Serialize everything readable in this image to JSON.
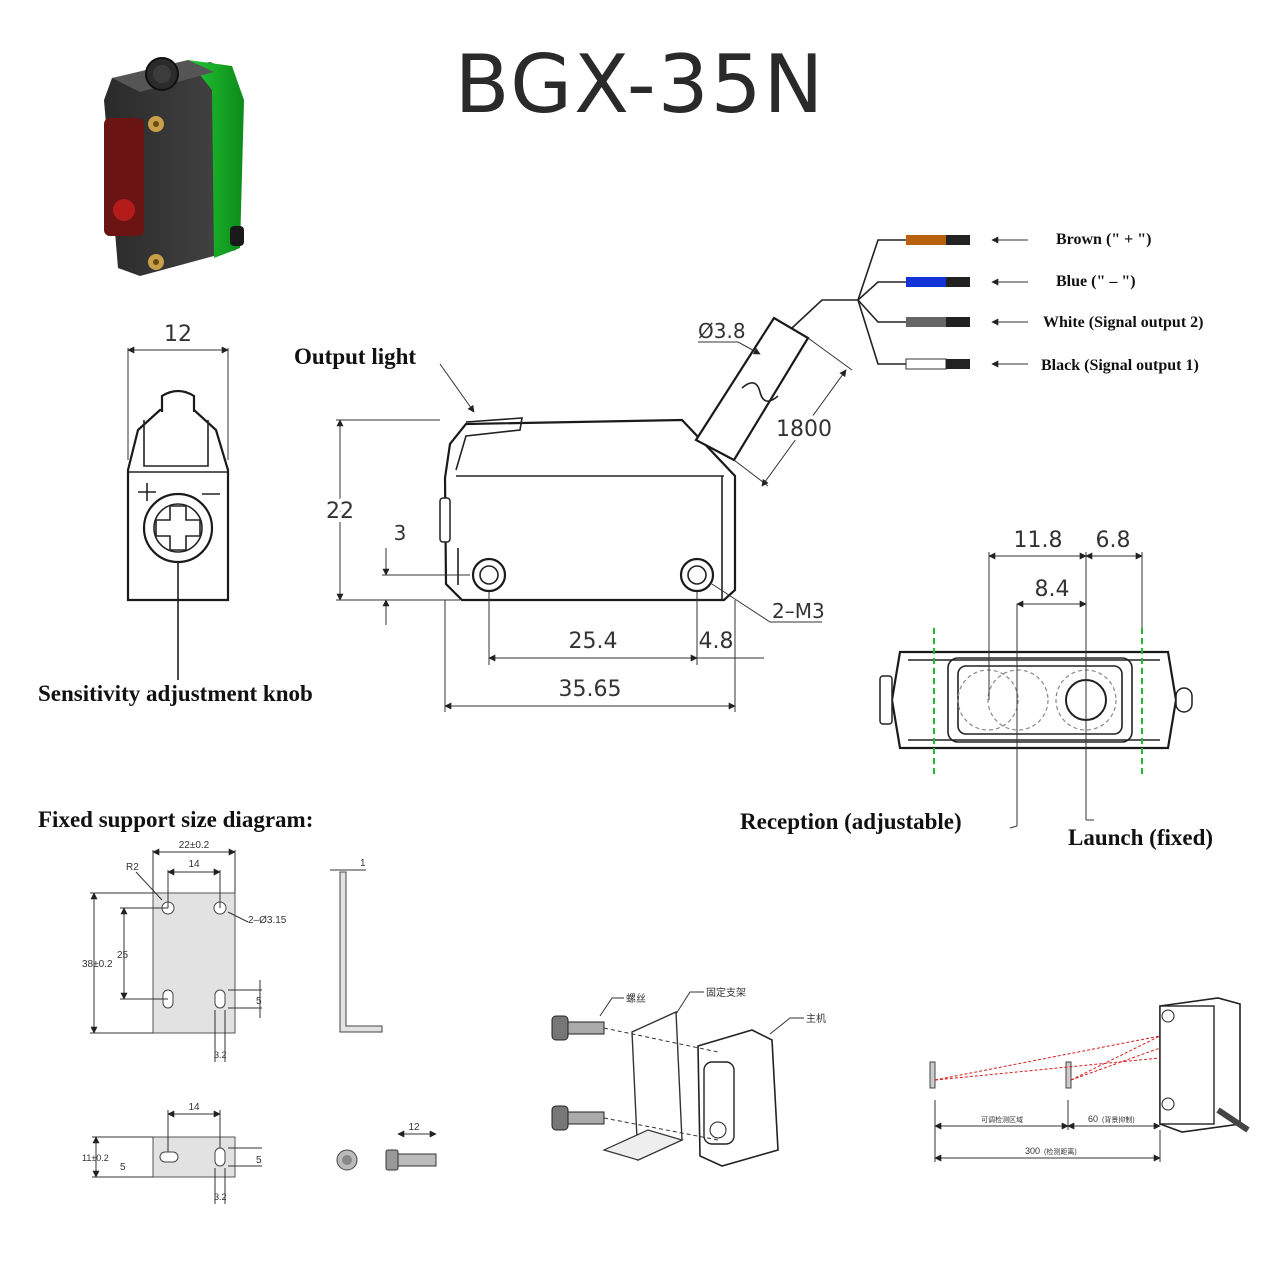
{
  "title": "BGX-35N",
  "labels": {
    "output_light": "Output light",
    "sensitivity_knob": "Sensitivity adjustment knob",
    "support_title": "Fixed support size diagram:",
    "reception": "Reception (adjustable)",
    "launch": "Launch (fixed)"
  },
  "wires": [
    {
      "label": "Brown (\" + \")",
      "color": "#b8600e"
    },
    {
      "label": "Blue (\" – \")",
      "color": "#1233d6"
    },
    {
      "label": "White (Signal output 2)",
      "color": "#666666"
    },
    {
      "label": "Black (Signal output 1)",
      "color": "#ffffff"
    }
  ],
  "dims": {
    "width_front": "12",
    "height": "22",
    "offset": "3",
    "hole_spacing": "25.4",
    "hole_edge": "4.8",
    "length": "35.65",
    "holes": "2–M3",
    "cable_dia": "Ø3.8",
    "cable_len": "1800",
    "lens_a": "11.8",
    "lens_b": "6.8",
    "lens_c": "8.4"
  },
  "bracket": {
    "width": "22±0.2",
    "hole_span": "14",
    "radius": "R2",
    "height": "38±0.2",
    "slot_span": "25",
    "holes": "2–Ø3.15",
    "slot_len": "5",
    "slot_w": "3.2",
    "thickness": "1",
    "bottom_span": "14",
    "bottom_height": "11±0.2",
    "bottom_slot": "5",
    "bottom_slot2": "5",
    "bottom_w": "3.2",
    "screw_len": "12"
  },
  "assembly": {
    "screw": "螺丝",
    "bracket": "固定支架",
    "host": "主机"
  },
  "range": {
    "near": "60",
    "near_note": "(背景抑制)",
    "far": "300",
    "far_note": "(检测距离)",
    "zone": "可调检测区域"
  }
}
